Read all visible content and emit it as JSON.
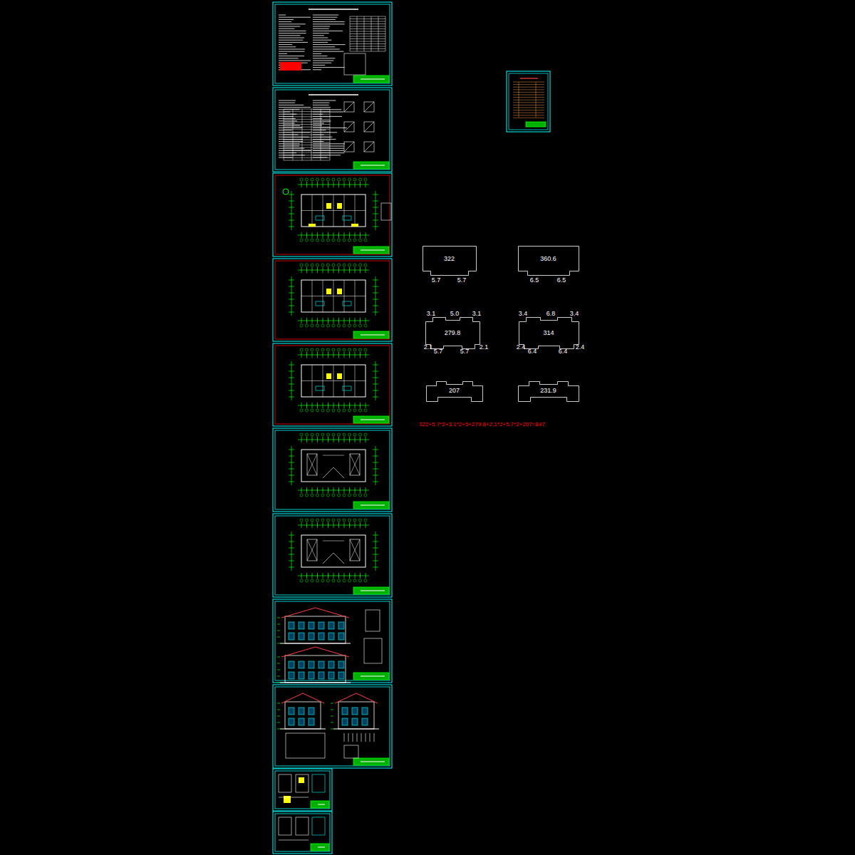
{
  "diagram": {
    "nodes": [
      {
        "text": [
          "322"
        ]
      },
      {
        "text": [
          "360.6"
        ]
      },
      {
        "text": [
          "279.8"
        ]
      },
      {
        "text": [
          "314"
        ]
      },
      {
        "text": [
          "207"
        ]
      },
      {
        "text": [
          "231.9"
        ]
      }
    ],
    "labels": [
      "5.7",
      "5.7",
      "6.5",
      "6.5",
      "3.1",
      "5.0",
      "3.1",
      "2.1",
      "5.7",
      "5.7",
      "2.1",
      "3.4",
      "6.8",
      "3.4",
      "2.4",
      "6.4",
      "6.4",
      "2.4",
      "322+5.7*2+3.1*2+5+279.8+2.1*2+5.7*2+207=847"
    ]
  }
}
